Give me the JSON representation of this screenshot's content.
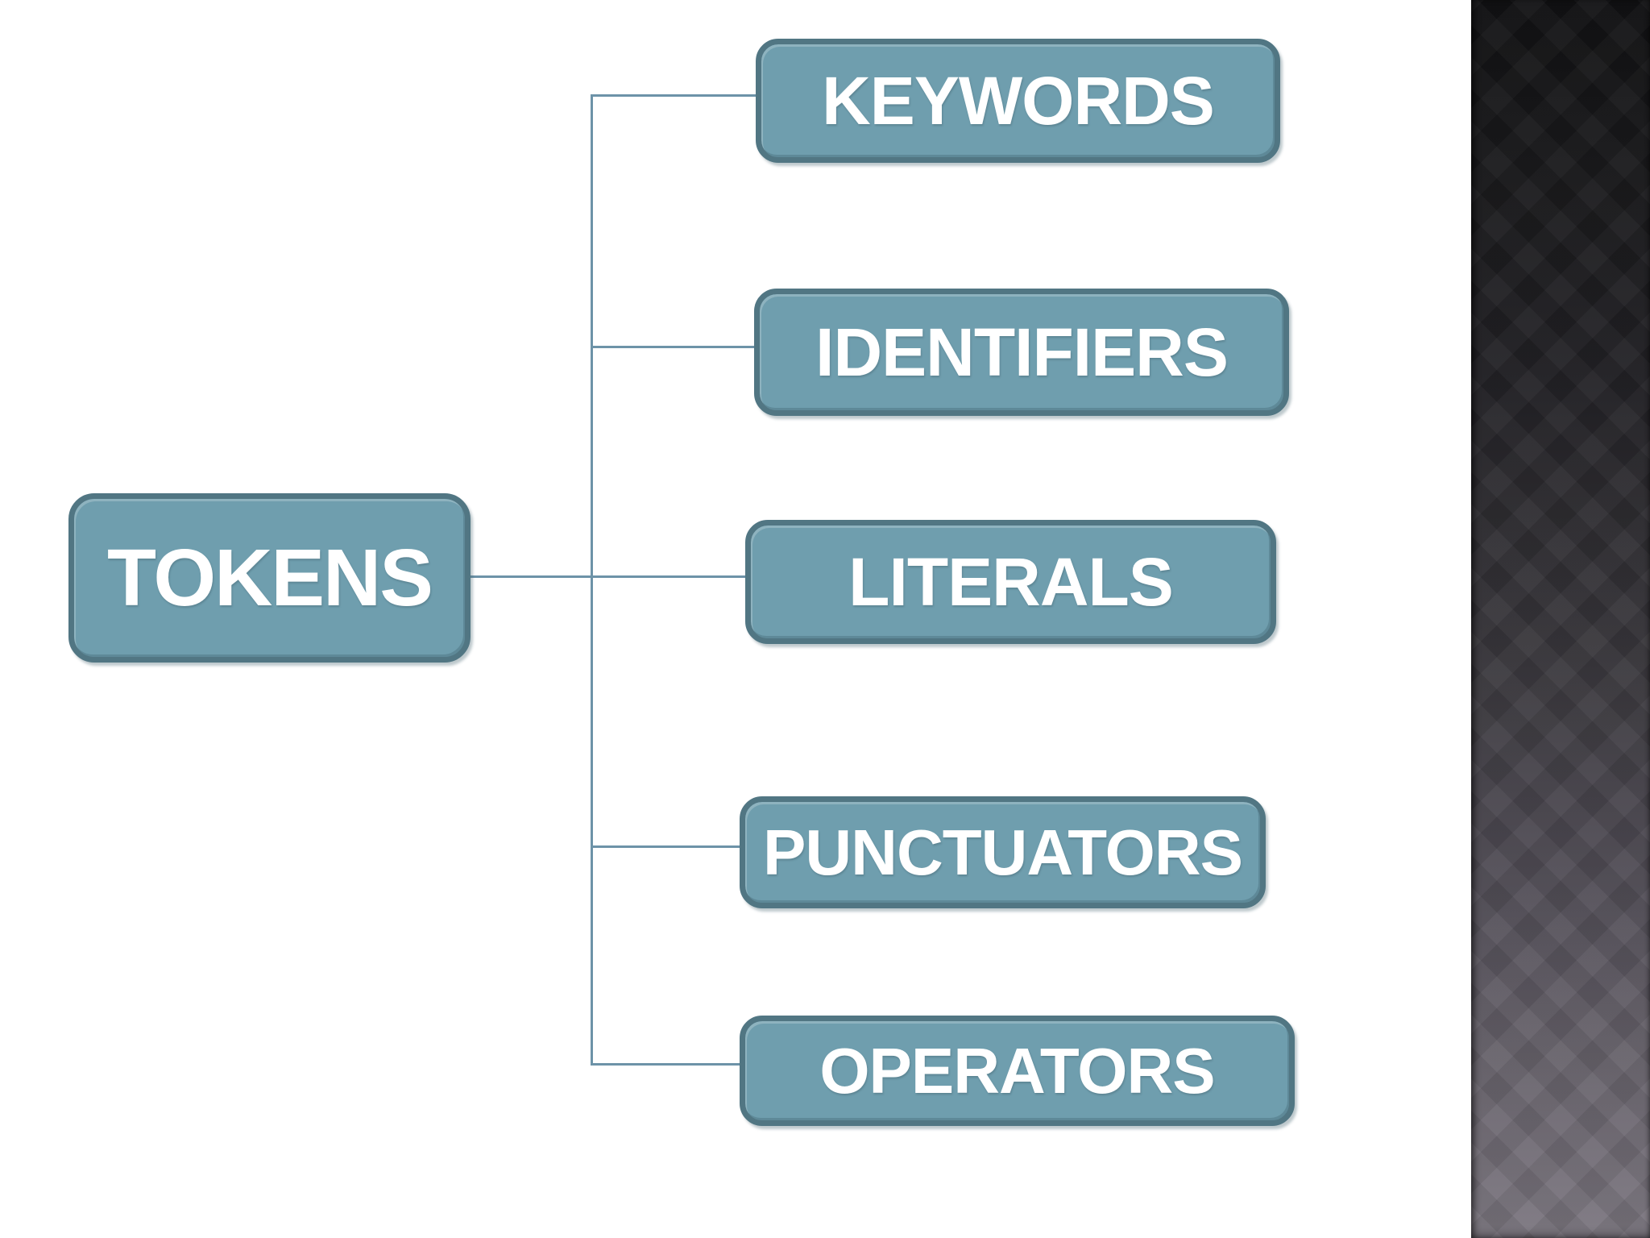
{
  "diagram": {
    "type": "hierarchy",
    "root": {
      "label": "TOKENS"
    },
    "children": [
      {
        "label": "KEYWORDS"
      },
      {
        "label": "IDENTIFIERS"
      },
      {
        "label": "LITERALS"
      },
      {
        "label": "PUNCTUATORS"
      },
      {
        "label": "OPERATORS"
      }
    ],
    "colors": {
      "node_fill": "#6f9eae",
      "node_border": "#517683",
      "connector": "#6d93a8",
      "node_text": "#ffffff",
      "background": "#ffffff",
      "side_strip_top": "#121214",
      "side_strip_bottom": "#7c7780"
    }
  }
}
